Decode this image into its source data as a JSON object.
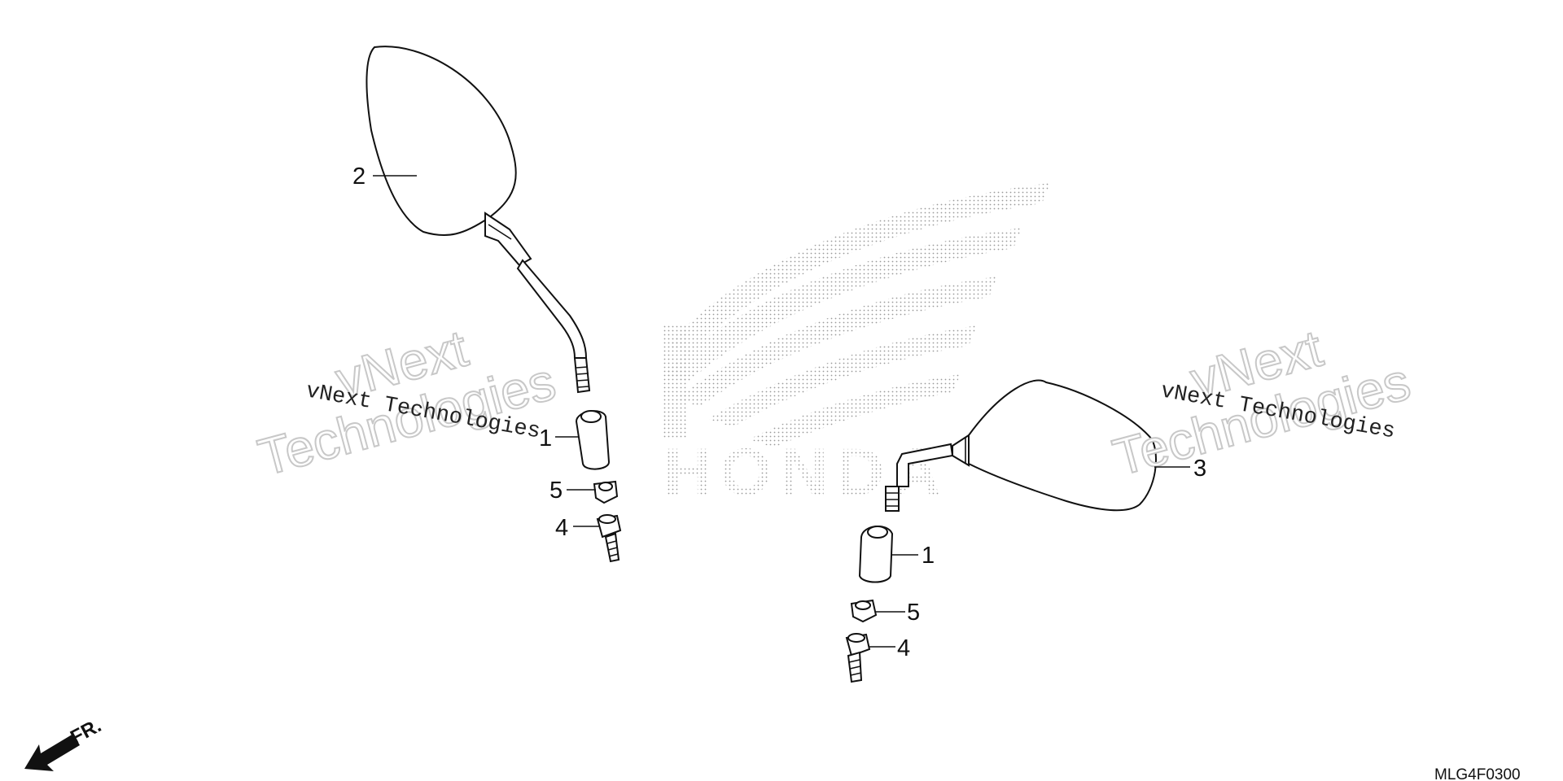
{
  "callouts": {
    "left_mirror": "2",
    "right_mirror": "3",
    "left_cover": "1",
    "right_cover": "1",
    "left_nut": "5",
    "right_nut": "5",
    "left_bolt": "4",
    "right_bolt": "4"
  },
  "watermark": {
    "line_serif": "vNext Technologies",
    "outline_top": "vNext",
    "outline_bottom": "Technologies"
  },
  "background_logo": "HONDA",
  "direction_label": "FR.",
  "diagram_code": "MLG4F0300",
  "colors": {
    "ink": "#111111",
    "dots": "#9a9a9a",
    "watermark_outline": "#c8c8c8"
  }
}
